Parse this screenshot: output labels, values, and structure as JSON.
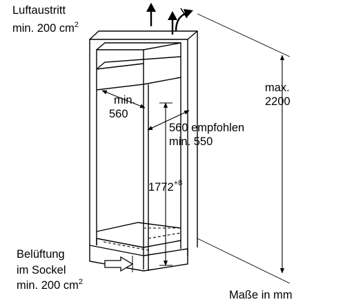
{
  "labels": {
    "air_outlet_line1": "Luftaustritt",
    "air_outlet_line2": "min. 200 cm",
    "air_outlet_sup": "2",
    "base_vent_line1": "Belüftung",
    "base_vent_line2": "im Sockel",
    "base_vent_line3": "min. 200 cm",
    "base_vent_sup": "2",
    "width_min_word": "min.",
    "width_min_value": "560",
    "depth_recommended": "560 empfohlen",
    "depth_min": "min. 550",
    "niche_height": "1772",
    "niche_height_tolerance": "+8",
    "max_word": "max.",
    "max_value": "2200",
    "units_note": "Maße in mm"
  },
  "icons": {
    "air_arrow_1": "arrow-up-icon",
    "air_arrow_2": "arrow-up-icon",
    "air_arrow_3": "arrow-up-curved-icon",
    "inlet_arrow": "arrow-right-icon"
  }
}
